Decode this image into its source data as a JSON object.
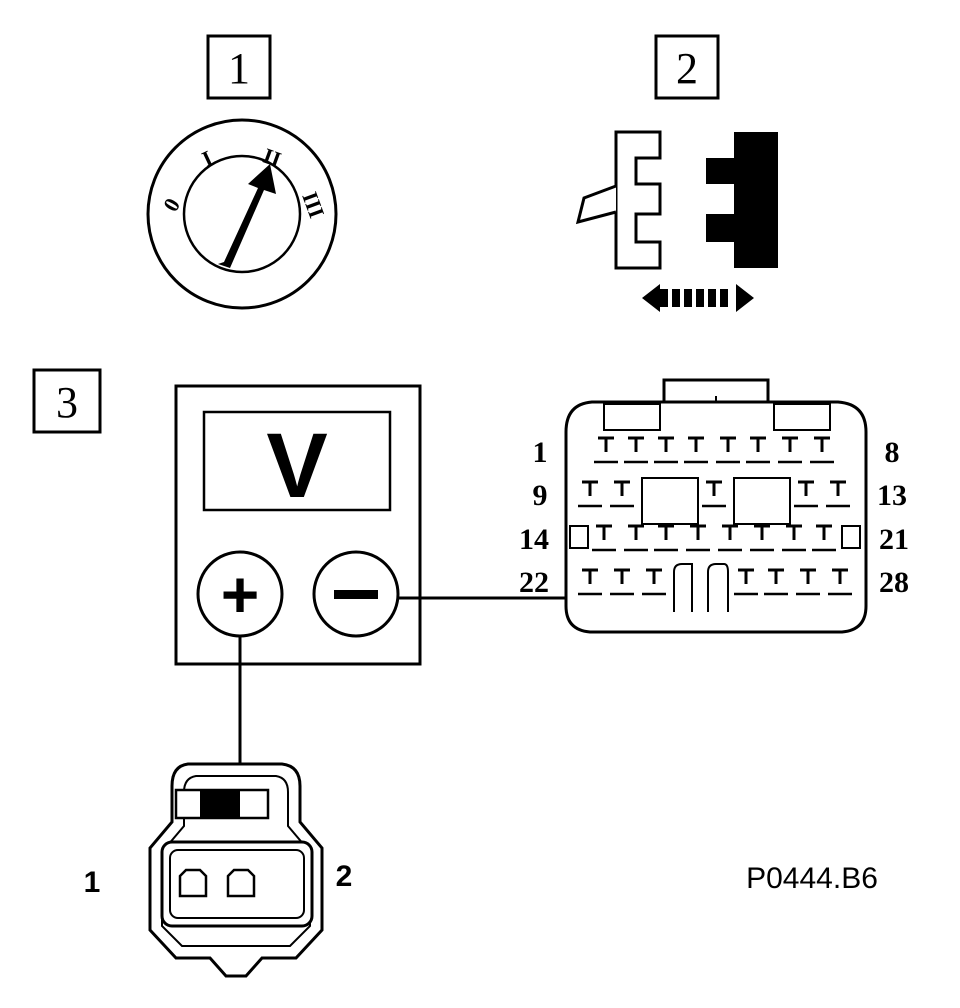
{
  "steps": {
    "step1": "1",
    "step2": "2",
    "step3": "3"
  },
  "ignition_switch": {
    "positions": [
      "0",
      "I",
      "II",
      "III"
    ]
  },
  "voltmeter": {
    "display": "V",
    "plus_symbol": "+",
    "minus_symbol": "−"
  },
  "ecu_connector": {
    "row_labels_left": [
      "1",
      "9",
      "14",
      "22"
    ],
    "row_labels_right": [
      "8",
      "13",
      "21",
      "28"
    ]
  },
  "sensor_connector": {
    "pin_left": "1",
    "pin_right": "2"
  },
  "reference_code": "P0444.B6",
  "colors": {
    "ink": "#000000",
    "background": "#ffffff"
  }
}
